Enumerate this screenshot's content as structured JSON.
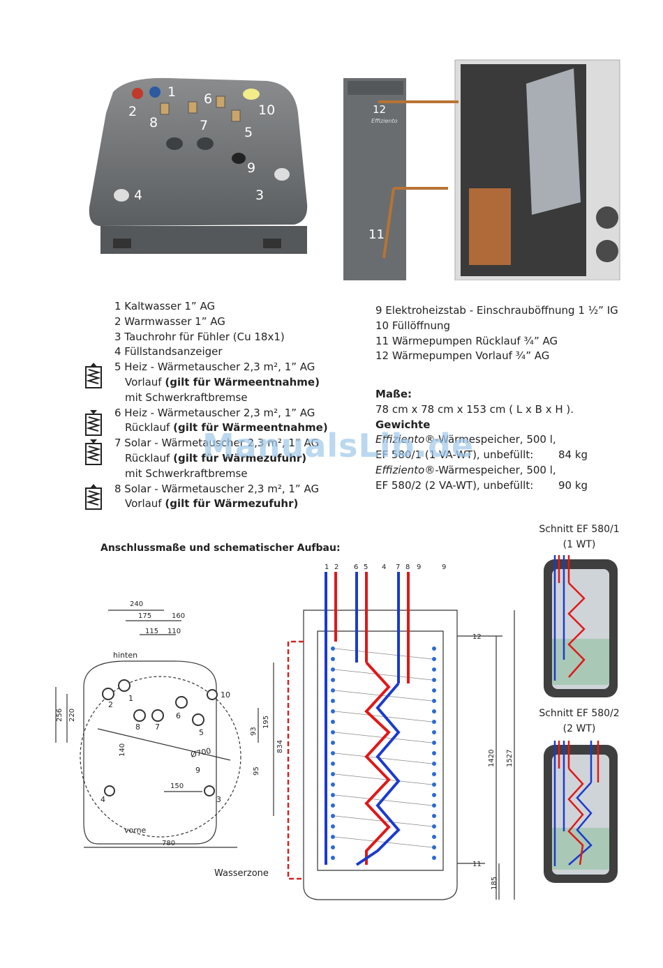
{
  "photo_tank_labels": [
    "1",
    "2",
    "8",
    "7",
    "6",
    "10",
    "5",
    "9",
    "4",
    "3"
  ],
  "photo_unit_labels": [
    "12",
    "11"
  ],
  "photo_unit_brand": "Effiziento",
  "legend_left": [
    {
      "text": "1 Kaltwasser 1” AG"
    },
    {
      "text": "2 Warmwasser 1” AG"
    },
    {
      "text": "3 Tauchrohr für Fühler (Cu 18x1)"
    },
    {
      "text": "4 Füllstandsanzeiger"
    },
    {
      "text": "5 Heiz - Wärmetauscher 2,3 m², 1” AG"
    },
    {
      "text": "Vorlauf ",
      "bold": "(gilt für Wärmeentnahme)"
    },
    {
      "text": "mit Schwerkraftbremse"
    },
    {
      "text": "6 Heiz - Wärmetauscher 2,3 m², 1” AG"
    },
    {
      "text": "Rücklauf ",
      "bold": "(gilt für Wärmeentnahme)"
    },
    {
      "text": "7 Solar - Wärmetauscher 2,3 m², 1” AG"
    },
    {
      "text": "Rücklauf ",
      "bold": "(gilt für Wärmezufuhr)"
    },
    {
      "text": "mit Schwerkraftbremse"
    },
    {
      "text": "8 Solar - Wärmetauscher 2,3 m², 1” AG"
    },
    {
      "text": "Vorlauf ",
      "bold": "(gilt für Wärmezufuhr)"
    }
  ],
  "legend_right": [
    "9   Elektroheizstab - Einschrauböffnung 1 ½” IG",
    "10 Füllöffnung",
    "11 Wärmepumpen Rücklauf  ¾” AG",
    "12 Wärmepumpen Vorlauf  ¾” AG"
  ],
  "masse": {
    "heading": "Maße:",
    "dims": "78 cm x 78 cm x 153 cm ( L x B x H ).",
    "weights_heading": "Gewichte",
    "line1_brand": "Effiziento",
    "line1_rest": "®-Wärmespeicher, 500 l,",
    "line2": "EF 580/1 (1 VA-WT), unbefüllt:",
    "line2_value": "84 kg",
    "line3_brand": "Effiziento",
    "line3_rest": "®-Wärmespeicher, 500 l,",
    "line4": "EF 580/2 (2 VA-WT), unbefüllt:",
    "line4_value": "90 kg"
  },
  "watermark": "ManualsLib.de",
  "section_title": "Anschlussmaße und schematischer Aufbau:",
  "top_view": {
    "dims": [
      "240",
      "175",
      "115",
      "110",
      "160",
      "256",
      "220",
      "140",
      "195",
      "93",
      "834",
      "95",
      "150",
      "780"
    ],
    "labels": {
      "hinten": "hinten",
      "vorne": "vorne",
      "diameter": "Ø700"
    },
    "ports": [
      "1",
      "2",
      "8",
      "7",
      "6",
      "5",
      "10",
      "9",
      "4",
      "3"
    ]
  },
  "side_view": {
    "top_ports": [
      "1",
      "2",
      "6",
      "5",
      "4",
      "7",
      "8",
      "9",
      "9"
    ],
    "right_labels": [
      "12",
      "11"
    ],
    "dims": [
      "1420",
      "1527",
      "185"
    ],
    "wasserzone": "Wasserzone"
  },
  "schnitt1": {
    "title": "Schnitt EF 580/1",
    "subtitle": "(1 WT)"
  },
  "schnitt2": {
    "title": "Schnitt EF 580/2",
    "subtitle": "(2 WT)"
  },
  "colors": {
    "hot": "#e01818",
    "cold": "#1a3ad0",
    "tank_gray": "#6f7274",
    "dash_red": "#d42020"
  }
}
